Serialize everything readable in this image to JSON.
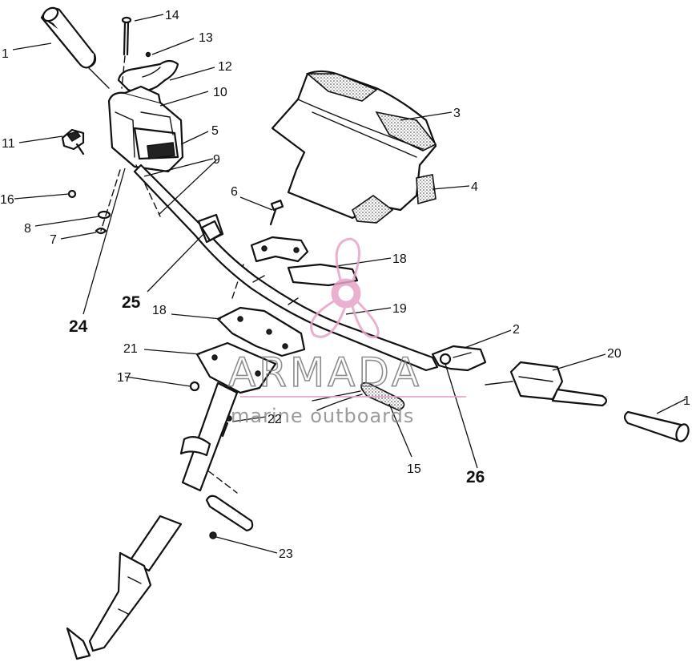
{
  "watermark": {
    "title": "ARMADA",
    "subtitle": "marine outboards",
    "accent_color": "#e6a3c8"
  },
  "callouts": [
    {
      "id": "c1a",
      "text": "1"
    },
    {
      "id": "c1b",
      "text": "1"
    },
    {
      "id": "c2",
      "text": "2"
    },
    {
      "id": "c3",
      "text": "3"
    },
    {
      "id": "c4",
      "text": "4"
    },
    {
      "id": "c5",
      "text": "5"
    },
    {
      "id": "c6",
      "text": "6"
    },
    {
      "id": "c7",
      "text": "7"
    },
    {
      "id": "c8",
      "text": "8"
    },
    {
      "id": "c9",
      "text": "9"
    },
    {
      "id": "c10",
      "text": "10"
    },
    {
      "id": "c11",
      "text": "11"
    },
    {
      "id": "c12",
      "text": "12"
    },
    {
      "id": "c13",
      "text": "13"
    },
    {
      "id": "c14",
      "text": "14"
    },
    {
      "id": "c15",
      "text": "15"
    },
    {
      "id": "c16",
      "text": "16"
    },
    {
      "id": "c17",
      "text": "17"
    },
    {
      "id": "c18a",
      "text": "18"
    },
    {
      "id": "c18b",
      "text": "18"
    },
    {
      "id": "c19",
      "text": "19"
    },
    {
      "id": "c20",
      "text": "20"
    },
    {
      "id": "c21",
      "text": "21"
    },
    {
      "id": "c22",
      "text": "22"
    },
    {
      "id": "c23",
      "text": "23"
    },
    {
      "id": "c24",
      "text": "24"
    },
    {
      "id": "c25",
      "text": "25"
    },
    {
      "id": "c26",
      "text": "26"
    }
  ]
}
